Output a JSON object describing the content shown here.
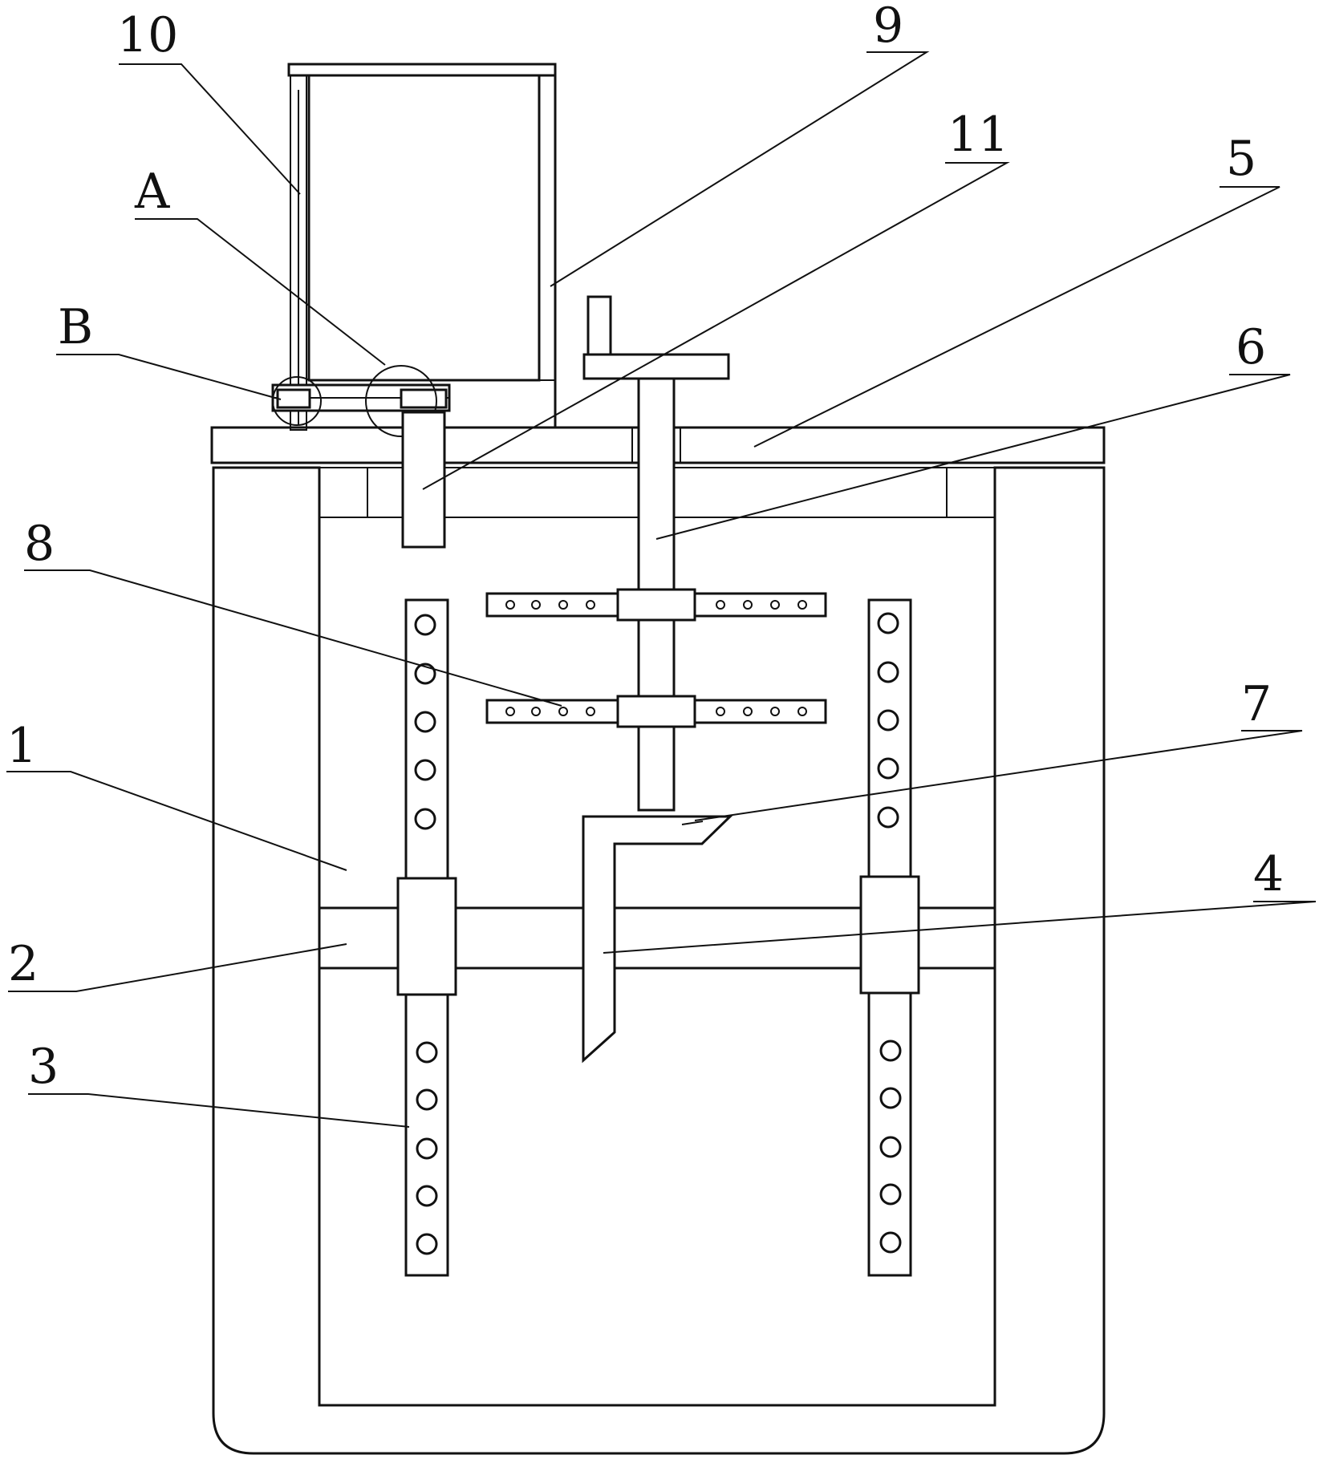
{
  "labels": {
    "l1": "1",
    "l2": "2",
    "l3": "3",
    "l4": "4",
    "l5": "5",
    "l6": "6",
    "l7": "7",
    "l8": "8",
    "l9": "9",
    "l10": "10",
    "l11": "11",
    "lA": "A",
    "lB": "B"
  }
}
